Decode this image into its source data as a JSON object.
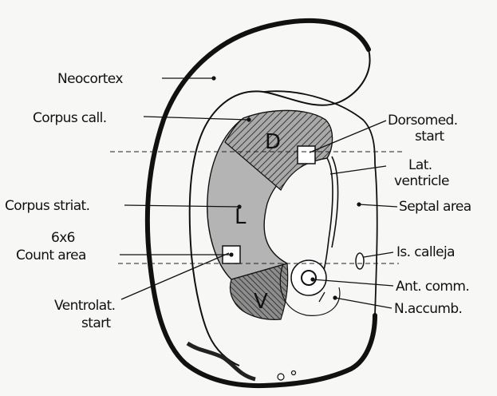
{
  "labels": {
    "neocortex": "Neocortex",
    "corpus_call": "Corpus call.",
    "corpus_striat": "Corpus striat.",
    "count_area_size": "6x6",
    "count_area": "Count area",
    "ventrolat_1": "Ventrolat.",
    "ventrolat_2": "start",
    "dorsomed_1": "Dorsomed.",
    "dorsomed_2": "start",
    "lat_1": "Lat.",
    "lat_2": "ventricle",
    "septal_area": "Septal area",
    "is_calleja": "Is. calleja",
    "ant_comm": "Ant. comm.",
    "n_accumb": "N.accumb."
  },
  "regions": {
    "dorsal": "D",
    "lateral": "L",
    "ventral": "V"
  },
  "colors": {
    "ink": "#111111",
    "striatum_fill": "#b4b4b4",
    "hatch_fill": "#8a8a8a",
    "background": "#f7f7f5"
  }
}
